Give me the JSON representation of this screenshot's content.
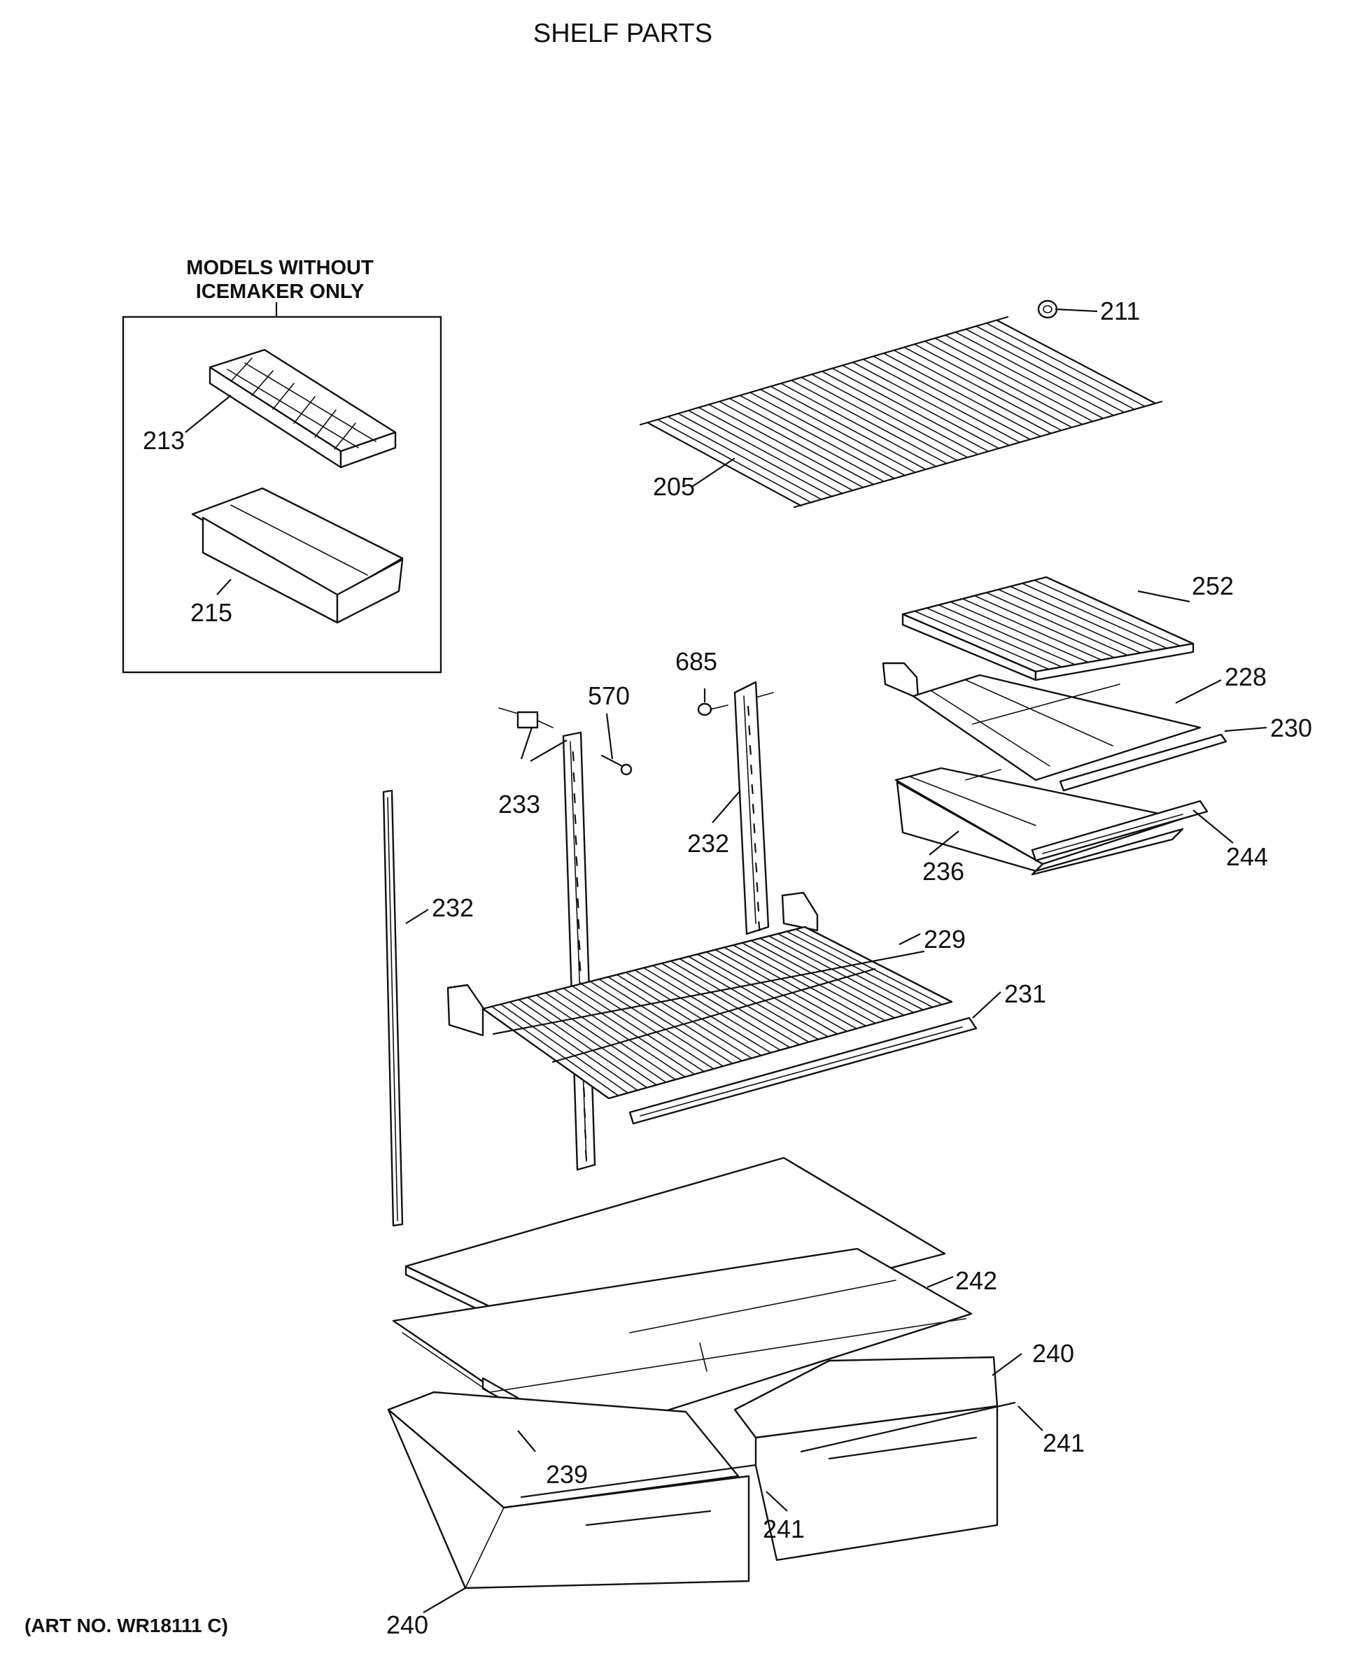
{
  "title": "SHELF PARTS",
  "inset_box": {
    "line1": "MODELS WITHOUT",
    "line2": "ICEMAKER ONLY"
  },
  "art_number": "(ART NO. WR18111 C)",
  "callouts": {
    "c211": "211",
    "c205": "205",
    "c213": "213",
    "c215": "215",
    "c252": "252",
    "c228": "228",
    "c230": "230",
    "c244": "244",
    "c236": "236",
    "c685": "685",
    "c570": "570",
    "c233": "233",
    "c232_center": "232",
    "c232_left": "232",
    "c229": "229",
    "c231": "231",
    "c242": "242",
    "c240_right": "240",
    "c241_right": "241",
    "c239": "239",
    "c241_left": "241",
    "c240_left": "240"
  }
}
